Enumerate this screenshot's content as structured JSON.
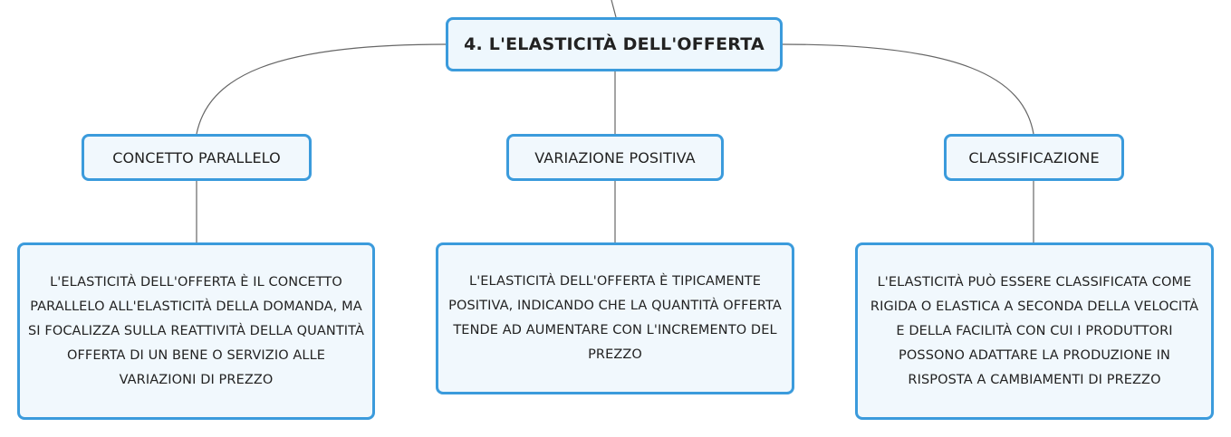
{
  "diagram": {
    "root": {
      "label": "4. L'ELASTICITÀ DELL'OFFERTA"
    },
    "branches": [
      {
        "label": "CONCETTO PARALLELO",
        "detail": "L'ELASTICITÀ DELL'OFFERTA È IL CONCETTO PARALLELO ALL'ELASTICITÀ DELLA DOMANDA, MA SI FOCALIZZA SULLA REATTIVITÀ DELLA QUANTITÀ OFFERTA DI UN BENE O SERVIZIO ALLE VARIAZIONI DI PREZZO"
      },
      {
        "label": "VARIAZIONE POSITIVA",
        "detail": "L'ELASTICITÀ DELL'OFFERTA È TIPICAMENTE POSITIVA, INDICANDO CHE LA QUANTITÀ OFFERTA TENDE AD AUMENTARE CON L'INCREMENTO DEL PREZZO"
      },
      {
        "label": "CLASSIFICAZIONE",
        "detail": "L'ELASTICITÀ PUÒ ESSERE CLASSIFICATA COME RIGIDA O ELASTICA A SECONDA DELLA VELOCITÀ E DELLA FACILITÀ CON CUI I PRODUTTORI POSSONO ADATTARE LA PRODUZIONE IN RISPOSTA A CAMBIAMENTI DI PREZZO"
      }
    ],
    "colors": {
      "node_border": "#3b9bdc",
      "node_fill": "#f1f8fd",
      "connector": "#666666"
    }
  }
}
